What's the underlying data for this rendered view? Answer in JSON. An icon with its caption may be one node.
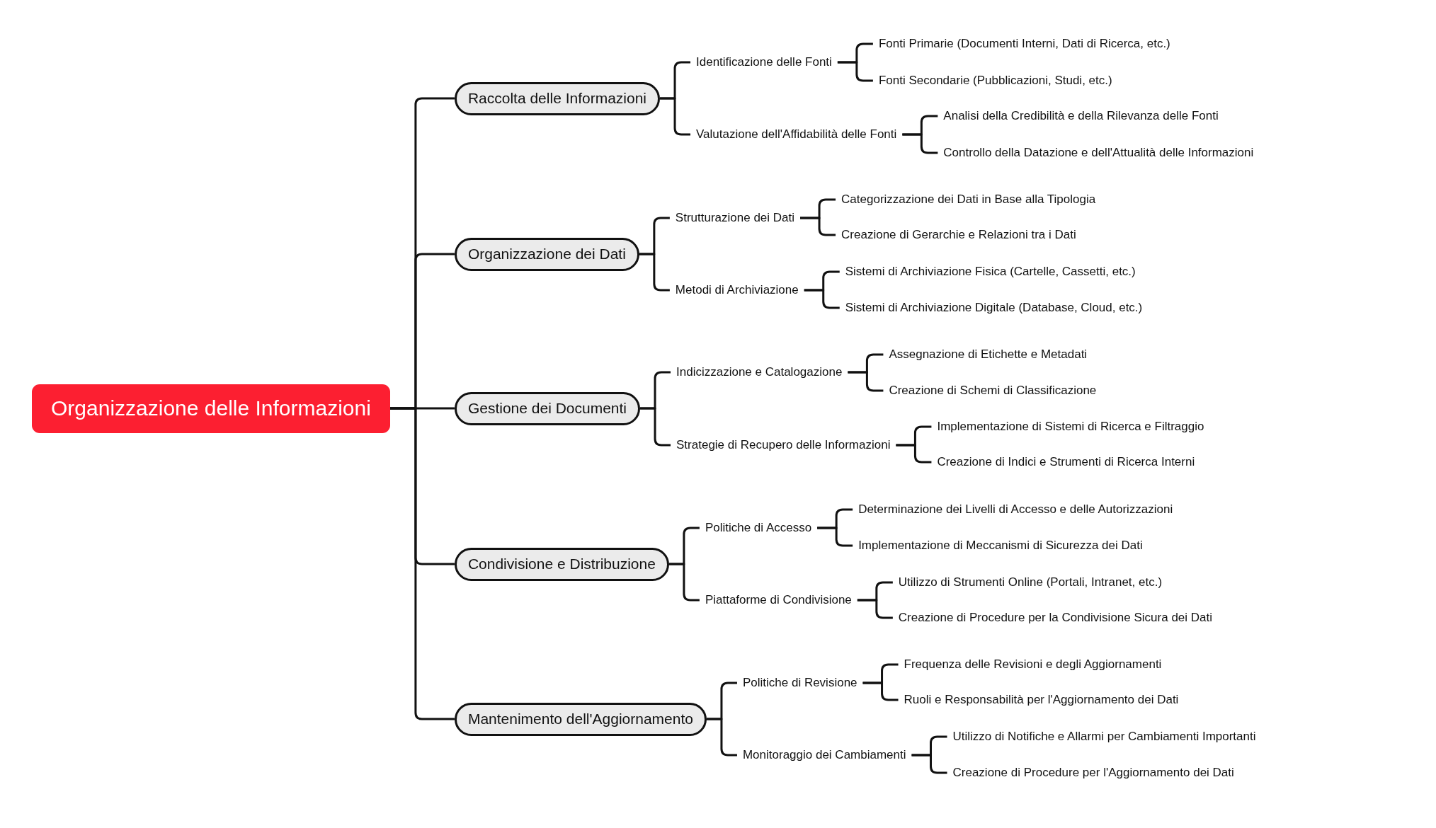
{
  "diagram": {
    "nodes": [
      {
        "text": [
          "Organizzazione delle Informazioni"
        ]
      },
      {
        "text": [
          "Raccolta delle Informazioni"
        ]
      },
      {
        "text": [
          "Identificazione delle Fonti"
        ]
      },
      {
        "text": [
          "Fonti Primarie (Documenti Interni, Dati di Ricerca, etc.)"
        ]
      },
      {
        "text": [
          "Fonti Secondarie (Pubblicazioni, Studi, etc.)"
        ]
      },
      {
        "text": [
          "Valutazione dell'Affidabilità delle Fonti"
        ]
      },
      {
        "text": [
          "Analisi della Credibilità e della Rilevanza delle Fonti"
        ]
      },
      {
        "text": [
          "Controllo della Datazione e dell'Attualità delle Informazioni"
        ]
      },
      {
        "text": [
          "Organizzazione dei Dati"
        ]
      },
      {
        "text": [
          "Strutturazione dei Dati"
        ]
      },
      {
        "text": [
          "Categorizzazione dei Dati in Base alla Tipologia"
        ]
      },
      {
        "text": [
          "Creazione di Gerarchie e Relazioni tra i Dati"
        ]
      },
      {
        "text": [
          "Metodi di Archiviazione"
        ]
      },
      {
        "text": [
          "Sistemi di Archiviazione Fisica (Cartelle, Cassetti, etc.)"
        ]
      },
      {
        "text": [
          "Sistemi di Archiviazione Digitale (Database, Cloud, etc.)"
        ]
      },
      {
        "text": [
          "Gestione dei Documenti"
        ]
      },
      {
        "text": [
          "Indicizzazione e Catalogazione"
        ]
      },
      {
        "text": [
          "Assegnazione di Etichette e Metadati"
        ]
      },
      {
        "text": [
          "Creazione di Schemi di Classificazione"
        ]
      },
      {
        "text": [
          "Strategie di Recupero delle Informazioni"
        ]
      },
      {
        "text": [
          "Implementazione di Sistemi di Ricerca e Filtraggio"
        ]
      },
      {
        "text": [
          "Creazione di Indici e Strumenti di Ricerca Interni"
        ]
      },
      {
        "text": [
          "Condivisione e Distribuzione"
        ]
      },
      {
        "text": [
          "Politiche di Accesso"
        ]
      },
      {
        "text": [
          "Determinazione dei Livelli di Accesso e delle Autorizzazioni"
        ]
      },
      {
        "text": [
          "Implementazione di Meccanismi di Sicurezza dei Dati"
        ]
      },
      {
        "text": [
          "Piattaforme di Condivisione"
        ]
      },
      {
        "text": [
          "Utilizzo di Strumenti Online (Portali, Intranet, etc.)"
        ]
      },
      {
        "text": [
          "Creazione di Procedure per la Condivisione Sicura dei Dati"
        ]
      },
      {
        "text": [
          "Mantenimento dell'Aggiornamento"
        ]
      },
      {
        "text": [
          "Politiche di Revisione"
        ]
      },
      {
        "text": [
          "Frequenza delle Revisioni e degli Aggiornamenti"
        ]
      },
      {
        "text": [
          "Ruoli e Responsabilità per l'Aggiornamento dei Dati"
        ]
      },
      {
        "text": [
          "Monitoraggio dei Cambiamenti"
        ]
      },
      {
        "text": [
          "Utilizzo di Notifiche e Allarmi per Cambiamenti Importanti"
        ]
      },
      {
        "text": [
          "Creazione di Procedure per l'Aggiornamento dei Dati"
        ]
      }
    ],
    "edges": [
      {
        "from": 0,
        "to": 1,
        "arrow": "none"
      },
      {
        "from": 0,
        "to": 8,
        "arrow": "none"
      },
      {
        "from": 0,
        "to": 15,
        "arrow": "none"
      },
      {
        "from": 0,
        "to": 22,
        "arrow": "none"
      },
      {
        "from": 0,
        "to": 29,
        "arrow": "none"
      },
      {
        "from": 1,
        "to": 2,
        "arrow": "none"
      },
      {
        "from": 1,
        "to": 5,
        "arrow": "none"
      },
      {
        "from": 2,
        "to": 3,
        "arrow": "none"
      },
      {
        "from": 2,
        "to": 4,
        "arrow": "none"
      },
      {
        "from": 5,
        "to": 6,
        "arrow": "none"
      },
      {
        "from": 5,
        "to": 7,
        "arrow": "none"
      },
      {
        "from": 8,
        "to": 9,
        "arrow": "none"
      },
      {
        "from": 8,
        "to": 12,
        "arrow": "none"
      },
      {
        "from": 9,
        "to": 10,
        "arrow": "none"
      },
      {
        "from": 9,
        "to": 11,
        "arrow": "none"
      },
      {
        "from": 12,
        "to": 13,
        "arrow": "none"
      },
      {
        "from": 12,
        "to": 14,
        "arrow": "none"
      },
      {
        "from": 15,
        "to": 16,
        "arrow": "none"
      },
      {
        "from": 15,
        "to": 19,
        "arrow": "none"
      },
      {
        "from": 16,
        "to": 17,
        "arrow": "none"
      },
      {
        "from": 16,
        "to": 18,
        "arrow": "none"
      },
      {
        "from": 19,
        "to": 20,
        "arrow": "none"
      },
      {
        "from": 19,
        "to": 21,
        "arrow": "none"
      },
      {
        "from": 22,
        "to": 23,
        "arrow": "none"
      },
      {
        "from": 22,
        "to": 26,
        "arrow": "none"
      },
      {
        "from": 23,
        "to": 24,
        "arrow": "none"
      },
      {
        "from": 23,
        "to": 25,
        "arrow": "none"
      },
      {
        "from": 26,
        "to": 27,
        "arrow": "none"
      },
      {
        "from": 26,
        "to": 28,
        "arrow": "none"
      },
      {
        "from": 29,
        "to": 30,
        "arrow": "none"
      },
      {
        "from": 29,
        "to": 33,
        "arrow": "none"
      },
      {
        "from": 30,
        "to": 31,
        "arrow": "none"
      },
      {
        "from": 30,
        "to": 32,
        "arrow": "none"
      },
      {
        "from": 33,
        "to": 34,
        "arrow": "none"
      },
      {
        "from": 33,
        "to": 35,
        "arrow": "none"
      }
    ]
  }
}
